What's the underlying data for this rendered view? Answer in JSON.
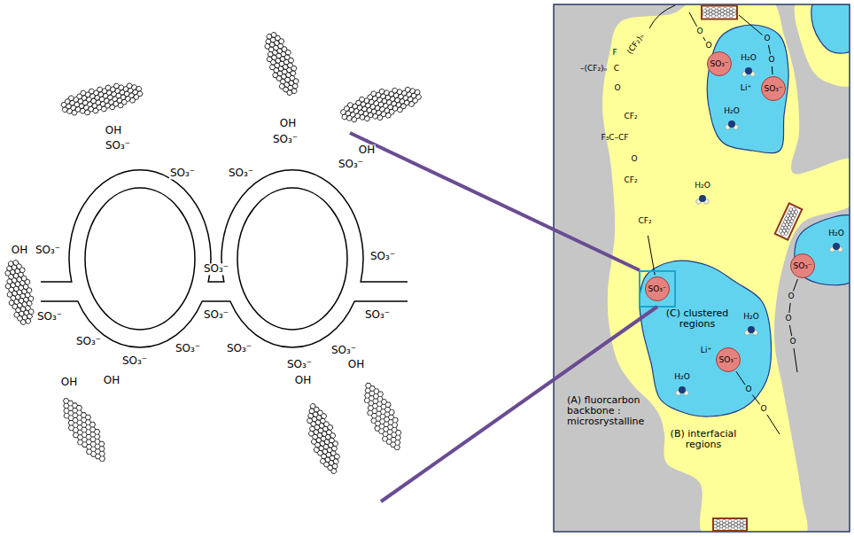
{
  "diagram": {
    "nodes": [
      {
        "text": [
          "SO₃⁻"
        ]
      },
      {
        "text": [
          "SO₃⁻"
        ]
      },
      {
        "text": [
          "SO₃⁻"
        ]
      },
      {
        "text": [
          "SO₃⁻"
        ]
      },
      {
        "text": [
          "SO₃⁻"
        ]
      }
    ],
    "labels": [
      "OH",
      "SO₃⁻",
      "SO₃⁻",
      "OH",
      "SO₃⁻",
      "SO₃⁻",
      "OH",
      "SO₃⁻",
      "OH",
      "SO₃⁻",
      "SO₃⁻",
      "SO₃⁻",
      "SO₃⁻",
      "SO₃⁻",
      "SO₃⁻",
      "SO₃⁻",
      "SO₃⁻",
      "OH",
      "OH",
      "SO₃⁻",
      "SO₃⁻",
      "SO₃⁻",
      "OH",
      "SO₃⁻",
      "OH",
      "(A) fluorcarbon backbone : microsrystalline",
      "(B) interfacial regions",
      "(C) clustered regions",
      "F",
      "(CF₂)ₙ",
      "C",
      "–(CF₂)ₙ",
      "O",
      "CF₂",
      "F₃C–CF",
      "O",
      "CF₂",
      "CF₂",
      "H₂O",
      "Li⁺",
      "H₂O",
      "H₂O",
      "H₂O",
      "Li⁺",
      "H₂O",
      "H₂O",
      "O",
      "O",
      "O",
      "O",
      "O",
      "O",
      "O",
      "O",
      "O"
    ]
  }
}
